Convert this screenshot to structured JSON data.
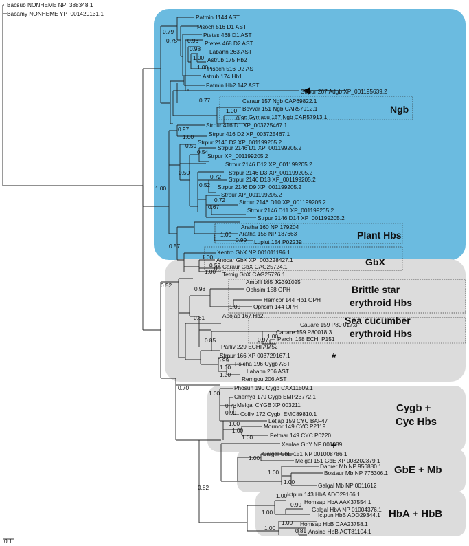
{
  "scale_label": "0.1",
  "arrow_icon": "arrow-left-icon",
  "marker_asterisk": "*",
  "marker_cross": "+",
  "colors": {
    "blue_region": "#6bbbe0",
    "gray_region": "#dcdcdc",
    "branch": "#222222"
  },
  "groups": [
    {
      "id": "ngb",
      "label": "Ngb"
    },
    {
      "id": "plant",
      "label": "Plant Hbs"
    },
    {
      "id": "gbx",
      "label": "GbX"
    },
    {
      "id": "brittle1",
      "label": "Brittle star"
    },
    {
      "id": "brittle2",
      "label": "erythroid Hbs"
    },
    {
      "id": "seacuc1",
      "label": "Sea cucumber"
    },
    {
      "id": "seacuc2",
      "label": "erythroid Hbs"
    },
    {
      "id": "cygb1",
      "label": "Cygb +"
    },
    {
      "id": "cygb2",
      "label": "Cyc Hbs"
    },
    {
      "id": "gbe",
      "label": "GbE + Mb"
    },
    {
      "id": "hba",
      "label": "HbA + HbB"
    }
  ],
  "leaves": [
    "Bacsub NONHEME NP_388348.1",
    "Bacamy NONHEME YP_001420131.1",
    "Patmin 1144 AST",
    "Pisoch 516 D1 AST",
    "Ptetes 468 D1 AST",
    "Ptetes 468 D2 AST",
    "Labann 263 AST",
    "Astrub 175 Hb2",
    "Pisoch 516 D2 AST",
    "Astrub 174 Hb1",
    "Patmin Hb2 142 AST",
    "Strpur 267 Adgb XP_001195639.2",
    "Caraur 157 Ngb CAP69822.1",
    "Bovvar 151 Ngb CAR57912.1",
    "Gymacu 157 Ngb CAR57913.1",
    "Strpur 416 D1 XP_003725467.1",
    "Strpur 416 D2 XP_003725467.1",
    "Strpur 2146 D2 XP_001199205.2",
    "Strpur 2146 D1 XP_001199205.2",
    "Strpur XP_001199205.2",
    "Strpur 2146 D12 XP_001199205.2",
    "Strpur 2146 D3 XP_001199205.2",
    "Strpur 2146 D13 XP_001199205.2",
    "Strpur 2146 D9 XP_001199205.2",
    "Strpur XP_001199205.2",
    "Strpur 2146 D10 XP_001199205.2",
    "Strpur 2146 D11 XP_001199205.2",
    "Strpur 2146 D14 XP_001199205.2",
    "Aratha 160 NP 179204",
    "Aratha 158 NP 187663",
    "Luplut 154 P02239",
    "Xentro GbX NP 001011196.1",
    "Anocar GbX XP_003228427.1",
    "Caraur GbX CAG25724.1",
    "Tetnig GbX CAG25726.1",
    "Ampfil 165 JG391025",
    "Ophsim 158 OPH",
    "Hemcor 144 Hb1 OPH",
    "Ophsim 144 OPH",
    "Apojap 167 Hb2",
    "Cauare 159 P80 017.3",
    "Cauare 159 P80018.3",
    "Parchi 158 ECHI P151",
    "Parliv 229 ECHI AM52",
    "Strpur 166 XP 003729167.1",
    "Psicha 196 Cygb AST",
    "Labann 206 AST",
    "Remgou 206 AST",
    "Phosun 190 Cygb CAX11509.1",
    "Chemyd 179 Cygb EMP23772.1",
    "Melgal CYGB XP 003211",
    "Colliv 172 Cygb_EMC89810.1",
    "Letjap 159 CYC BAF47",
    "Mormor 149 CYC P2119",
    "Petmar 149 CYC P0220",
    "Xenlae GbY NP 001089",
    "Galgal GbE 151  NP 001008786.1",
    "Melgal 151 GbE XP 003202379.1",
    "Danrer Mb NP 956880.1",
    "Bostaur Mb NP 776306.1",
    "Galgal Mb NP 0011612",
    "Ictpun 143 HbA ADO29166.1",
    "Homsap HbA AAK37554.1",
    "Galgal HbA NP 01004376.1",
    "Ictpun HbB ADO29344.1",
    "Homsap HbB CAA23758.1",
    "Ansind HbB ACT81104.1"
  ],
  "supports": [
    "0.79",
    "0.75",
    "0.96",
    "0.98",
    "1.00",
    "1.00",
    "0.77",
    "1.00",
    "0.95",
    "0.97",
    "1.00",
    "0.59",
    "0.54",
    "0.50",
    "0.72",
    "0.52",
    "0.72",
    "0.67",
    "1.00",
    "1.00",
    "0.57",
    "0.99",
    "1.00",
    "1.00",
    "0.52",
    "1.00",
    "0.52",
    "0.98",
    "0.81",
    "0.85",
    "1.00",
    "0.97",
    "0.99",
    "1.00",
    "1.00",
    "1.00",
    "0.70",
    "1.00",
    "0.73",
    "0.99",
    "1.00",
    "1.00",
    "1.00",
    "1.00",
    "0.82",
    "1.00",
    "1.00",
    "1.00",
    "1.00",
    "0.99",
    "1.00",
    "1.00",
    "0.81"
  ]
}
